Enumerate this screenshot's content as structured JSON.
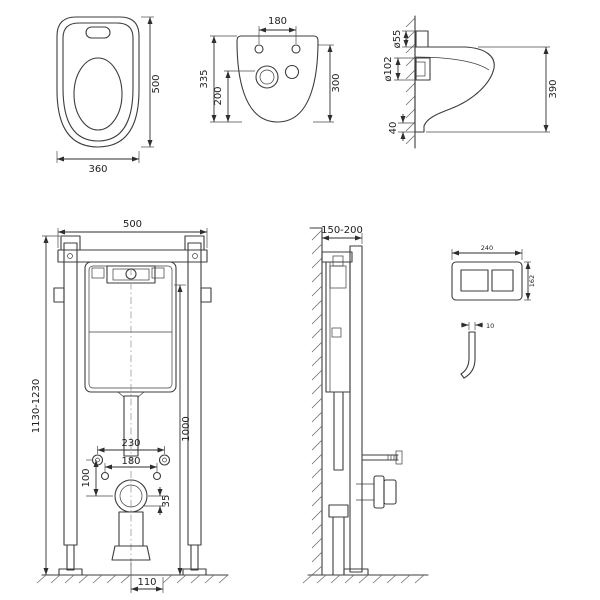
{
  "meta": {
    "background": "#ffffff",
    "line_color": "#3d3d3d",
    "dim_text_color": "#1e1e1e",
    "drawing_subject": "wall-hung-toilet-with-installation-frame-dimensions"
  },
  "views": {
    "bowl_top": {
      "depth": "500",
      "width": "360"
    },
    "bowl_front": {
      "hole_spacing": "180",
      "height_total": "335",
      "height_lower": "200",
      "height_right": "300"
    },
    "bowl_side": {
      "inlet_diameter": "ø55",
      "outlet_diameter": "ø102",
      "height": "390",
      "bottom_offset": "40"
    },
    "frame_front": {
      "width": "500",
      "height_range": "1130-1230",
      "rod_spacing": "230",
      "stud_spacing": "180",
      "drain_drop": "100",
      "install_height": "1000",
      "drain_offset": "35",
      "outlet_offset": "110"
    },
    "frame_side": {
      "wall_distance": "150-200"
    },
    "flush_plate": {
      "width": "240",
      "height": "162",
      "thickness": "10"
    }
  }
}
